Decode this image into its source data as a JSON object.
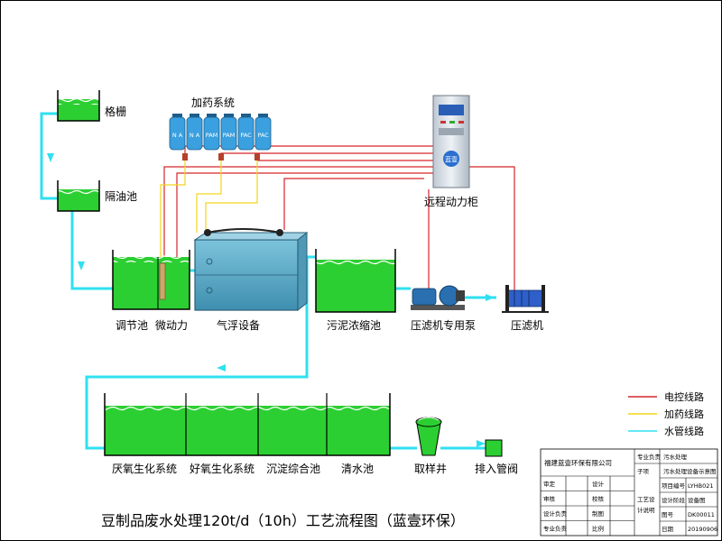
{
  "diagram": {
    "title": "豆制品废水处理120t/d（10h）工艺流程图（蓝壹环保）",
    "chemical_system": {
      "label": "加药系统",
      "tanks": [
        "N A",
        "N A",
        "PAM",
        "PAM",
        "PAC",
        "PAC"
      ]
    },
    "units": {
      "grille": "格栅",
      "oil_separator": "隔油池",
      "regulating_tank": "调节池",
      "micro_power": "微动力",
      "air_flotation": "气浮设备",
      "sludge_thickener": "污泥浓缩池",
      "filter_pump": "压滤机专用泵",
      "filter_press": "压滤机",
      "control_cabinet": "远程动力柜",
      "anaerobic": "厌氧生化系统",
      "aerobic": "好氧生化系统",
      "sedimentation": "沉淀综合池",
      "clear_water": "清水池",
      "sampling_well": "取样井",
      "discharge_valve": "排入管阀"
    },
    "cabinet_badge": "蓝壹",
    "legend": [
      {
        "label": "电控线路",
        "color": "#d6262b"
      },
      {
        "label": "加药线路",
        "color": "#f2d61a"
      },
      {
        "label": "水管线路",
        "color": "#2fe0f0"
      }
    ],
    "colors": {
      "water": "#2ccf32",
      "pipe": "#2fe0f0",
      "electric": "#d6262b",
      "dosing": "#f2d61a",
      "tank_blue": "#3aa0df",
      "flotation": "#5fa8c4"
    }
  },
  "title_block": {
    "company": "福建蓝壹环保有限公司",
    "rows_left": [
      [
        "审定",
        "设计"
      ],
      [
        "审核",
        "校核"
      ],
      [
        "设计负责",
        "制图"
      ],
      [
        "专业负责",
        "比例"
      ]
    ],
    "mid_label": "工艺设计说明",
    "rows_right": [
      [
        "专业负责",
        "污水处理"
      ],
      [
        "子项",
        "污水处理设备示意图"
      ],
      [
        "项目编号",
        "LYHB021"
      ],
      [
        "设计阶段",
        "设备图"
      ],
      [
        "图号",
        "DK00011"
      ],
      [
        "日期",
        "20190906"
      ]
    ]
  }
}
